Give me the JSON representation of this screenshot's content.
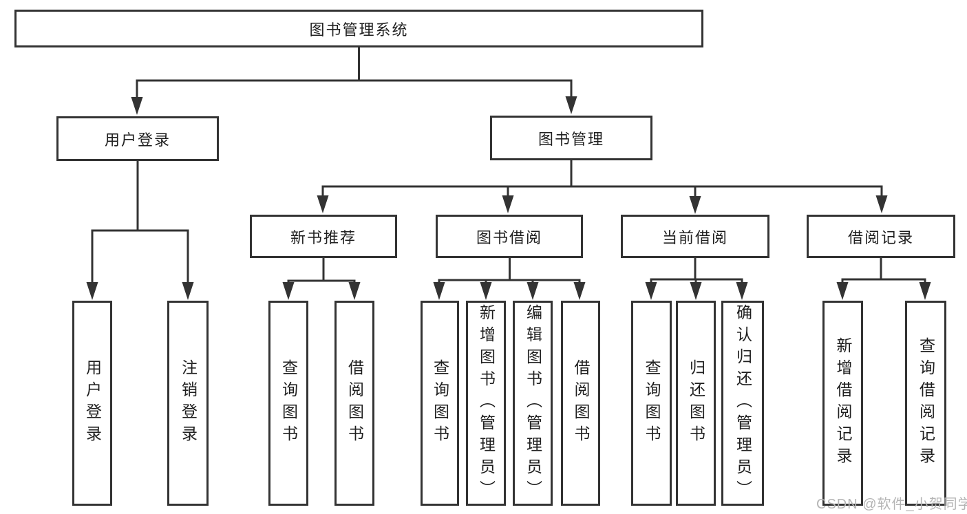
{
  "root": {
    "label": "图书管理系统"
  },
  "level2": [
    {
      "id": "user-login",
      "label": "用户登录"
    },
    {
      "id": "book-management",
      "label": "图书管理"
    }
  ],
  "level3": [
    {
      "id": "new-book-recommend",
      "label": "新书推荐"
    },
    {
      "id": "book-borrow",
      "label": "图书借阅"
    },
    {
      "id": "current-borrow",
      "label": "当前借阅"
    },
    {
      "id": "borrow-record",
      "label": "借阅记录"
    }
  ],
  "leaves": [
    {
      "parent": "user-login",
      "label": "用户登录"
    },
    {
      "parent": "user-login",
      "label": "注销登录"
    },
    {
      "parent": "new-book-recommend",
      "label": "查询图书"
    },
    {
      "parent": "new-book-recommend",
      "label": "借阅图书"
    },
    {
      "parent": "book-borrow",
      "label": "查询图书"
    },
    {
      "parent": "book-borrow",
      "label": "新增图书（管理员）"
    },
    {
      "parent": "book-borrow",
      "label": "编辑图书（管理员）"
    },
    {
      "parent": "book-borrow",
      "label": "借阅图书"
    },
    {
      "parent": "current-borrow",
      "label": "查询图书"
    },
    {
      "parent": "current-borrow",
      "label": "归还图书"
    },
    {
      "parent": "current-borrow",
      "label": "确认归还（管理员）"
    },
    {
      "parent": "borrow-record",
      "label": "新增借阅记录"
    },
    {
      "parent": "borrow-record",
      "label": "查询借阅记录"
    }
  ],
  "watermark": {
    "label": "CSDN @软件_小贺同学"
  },
  "colors": {
    "line": "#333333",
    "text": "#1f1f1f",
    "watermark": "#b5b5b5",
    "background": "#ffffff"
  }
}
